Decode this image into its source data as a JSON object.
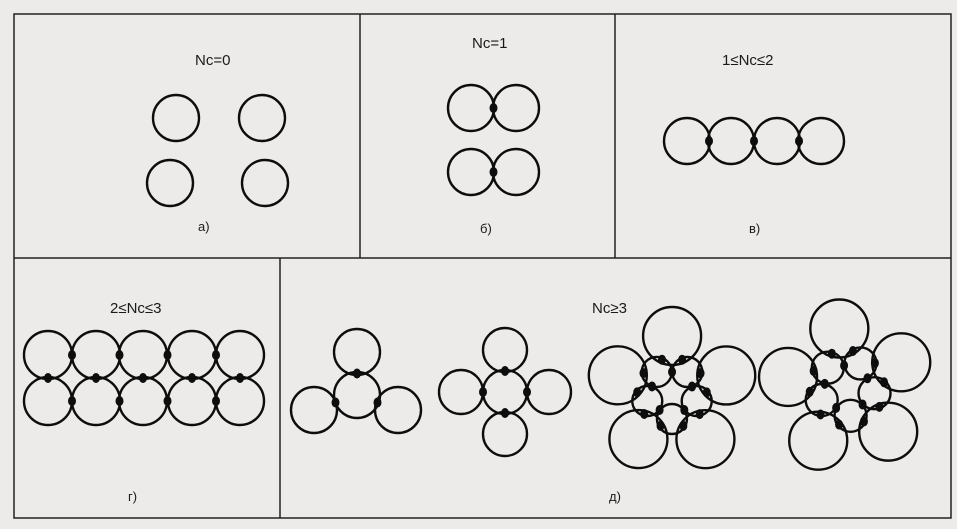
{
  "panels": {
    "a": {
      "label": "Nc=0",
      "caption": "а)"
    },
    "b": {
      "label": "Nc=1",
      "caption": "б)"
    },
    "v": {
      "label": "1≤Nc≤2",
      "caption": "в)"
    },
    "g": {
      "label": "2≤Nc≤3",
      "caption": "г)"
    },
    "d": {
      "label": "Nc≥3",
      "caption": "д)"
    }
  },
  "colors": {
    "stroke": "#0d0d0d",
    "background": "#ecebe9",
    "frame": "#222222"
  }
}
